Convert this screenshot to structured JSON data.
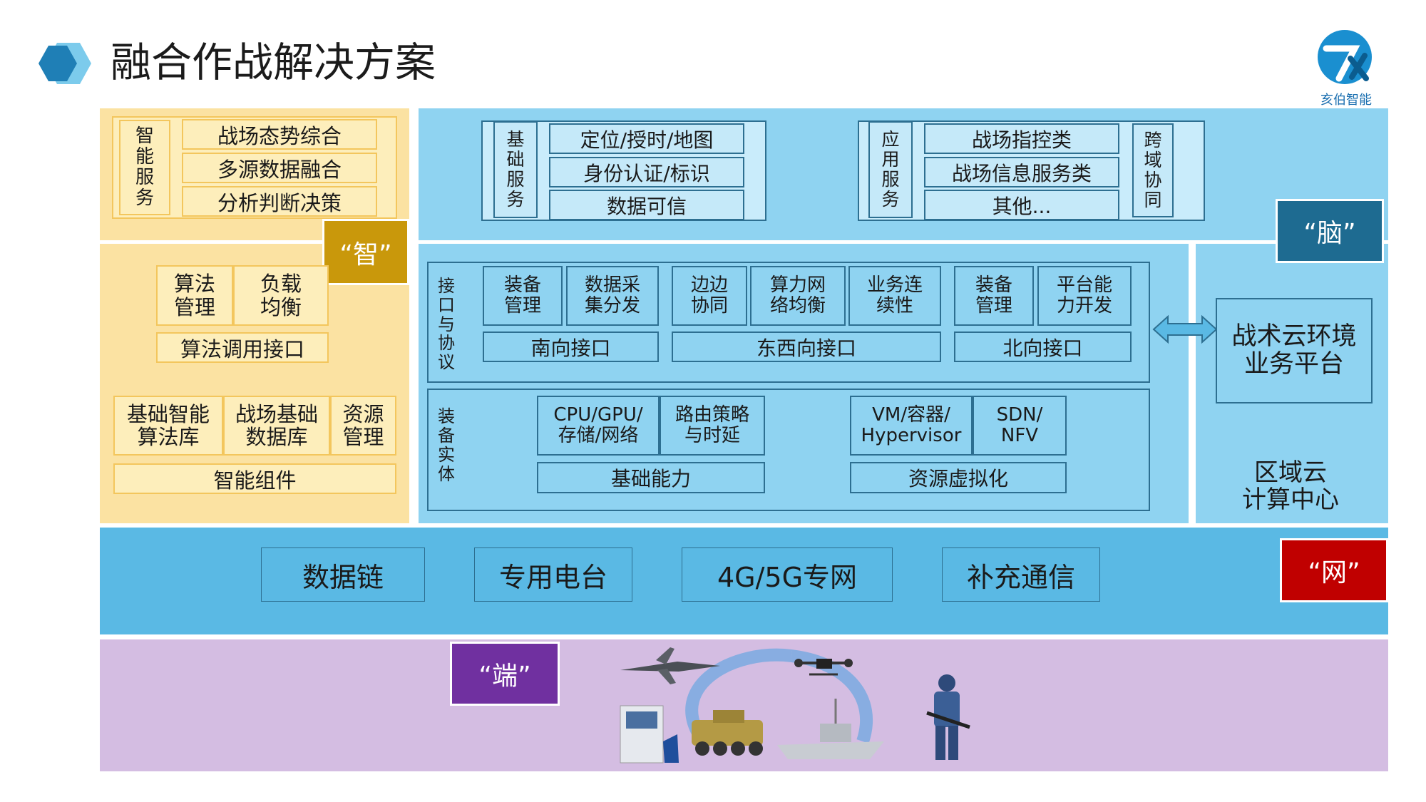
{
  "title": "融合作战解决方案",
  "logo": {
    "text": "亥伯智能"
  },
  "tags": {
    "zhi": "“智”",
    "nao": "“脑”",
    "wang": "“网”",
    "duan": "“端”"
  },
  "intel_service": {
    "label": [
      "智",
      "能",
      "服",
      "务"
    ],
    "items": [
      "战场态势综合",
      "多源数据融合",
      "分析判断决策"
    ]
  },
  "algo": {
    "mgmt": [
      "算法",
      "管理"
    ],
    "balance": [
      "负载",
      "均衡"
    ],
    "interface": "算法调用接口"
  },
  "components": {
    "base_algo": [
      "基础智能",
      "算法库"
    ],
    "battle_db": [
      "战场基础",
      "数据库"
    ],
    "resource": [
      "资源",
      "管理"
    ],
    "label": "智能组件"
  },
  "base_service": {
    "label": [
      "基",
      "础",
      "服",
      "务"
    ],
    "items": [
      "定位/授时/地图",
      "身份认证/标识",
      "数据可信"
    ]
  },
  "app_service": {
    "label": [
      "应",
      "用",
      "服",
      "务"
    ],
    "items": [
      "战场指控类",
      "战场信息服务类",
      "其他..."
    ],
    "cross": [
      "跨",
      "域",
      "协",
      "同"
    ]
  },
  "protocol": {
    "label": [
      "接",
      "口",
      "与",
      "协",
      "议"
    ],
    "south": {
      "items": [
        [
          "装备",
          "管理"
        ],
        [
          "数据采",
          "集分发"
        ]
      ],
      "name": "南向接口"
    },
    "east_west": {
      "items": [
        [
          "边边",
          "协同"
        ],
        [
          "算力网",
          "络均衡"
        ],
        [
          "业务连",
          "续性"
        ]
      ],
      "name": "东西向接口"
    },
    "north": {
      "items": [
        [
          "装备",
          "管理"
        ],
        [
          "平台能",
          "力开发"
        ]
      ],
      "name": "北向接口"
    }
  },
  "equipment": {
    "label": [
      "装",
      "备",
      "实",
      "体"
    ],
    "basic": {
      "items": [
        [
          "CPU/GPU/",
          "存储/网络"
        ],
        [
          "路由策略",
          "与时延"
        ]
      ],
      "name": "基础能力"
    },
    "virtual": {
      "items": [
        [
          "VM/容器/",
          "Hypervisor"
        ],
        [
          "SDN/",
          "NFV"
        ]
      ],
      "name": "资源虚拟化"
    }
  },
  "tactical_cloud": [
    "战术云环境",
    "业务平台"
  ],
  "regional_cloud": [
    "区域云",
    "计算中心"
  ],
  "network": [
    "数据链",
    "专用电台",
    "4G/5G专网",
    "补充通信"
  ],
  "colors": {
    "yellow_bg": "#fbe2a2",
    "blue_bg": "#8fd3f1",
    "network_bg": "#5ab9e4",
    "purple_bg": "#d4bde2",
    "zhi_tag": "#c9980b",
    "nao_tag": "#1e6b91",
    "wang_tag": "#c00000",
    "duan_tag": "#7030a0"
  }
}
